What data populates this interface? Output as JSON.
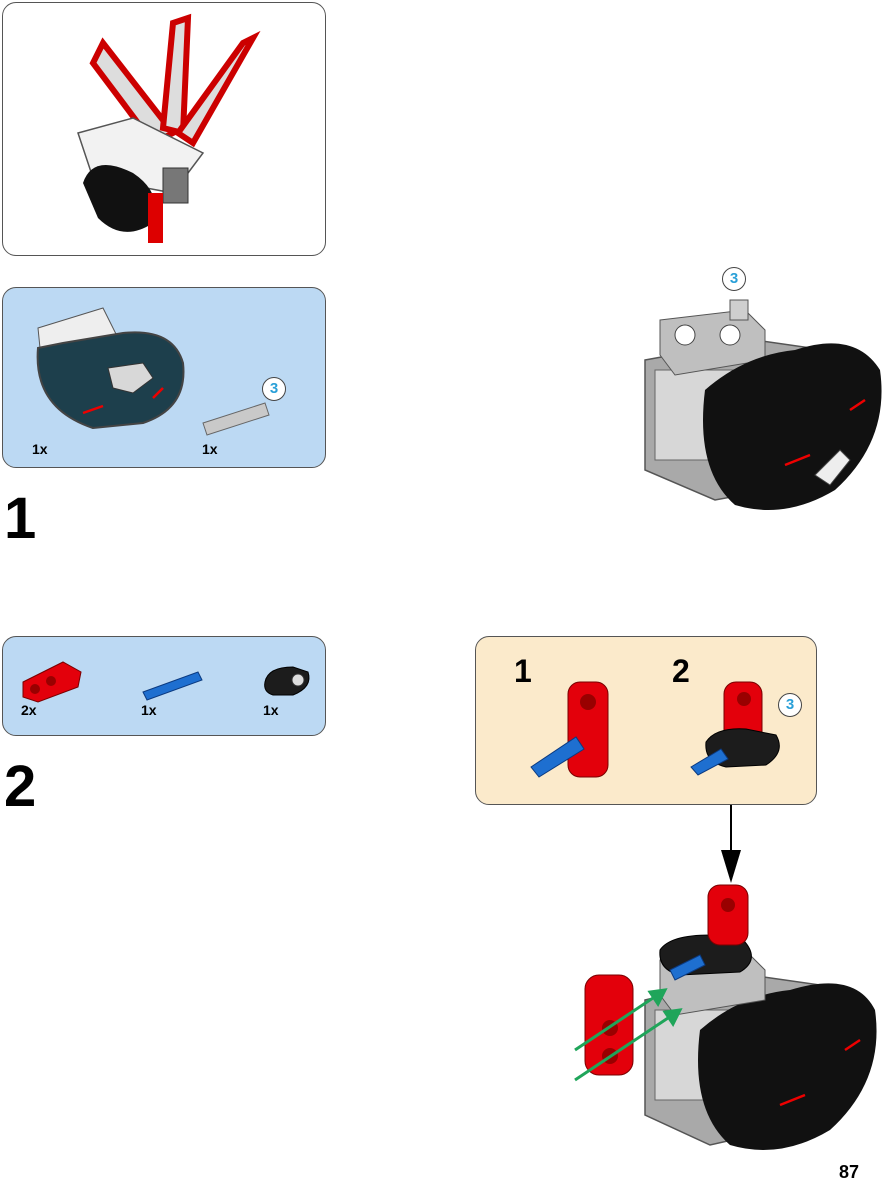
{
  "page": {
    "number": "87"
  },
  "step1": {
    "number": "1",
    "parts": [
      {
        "name": "large-motor",
        "qty": "1x"
      },
      {
        "name": "axle-3",
        "qty": "1x",
        "length": "3"
      }
    ],
    "model_callout": "3"
  },
  "step2": {
    "number": "2",
    "parts": [
      {
        "name": "red-cross-block",
        "qty": "2x"
      },
      {
        "name": "blue-axle-pin",
        "qty": "1x"
      },
      {
        "name": "black-beam",
        "qty": "1x"
      }
    ],
    "subassembly": {
      "steps": [
        "1",
        "2"
      ],
      "callout": "3"
    }
  },
  "colors": {
    "parts_panel": "#bcd9f3",
    "subassembly_panel": "#fbeacb",
    "lego_red": "#e3000b",
    "lego_blue": "#1e6fd0",
    "motor_gray": "#a9a9a9",
    "motor_black": "#111111",
    "badge_text": "#2aa0d8",
    "arrow_green": "#1fa55a"
  }
}
